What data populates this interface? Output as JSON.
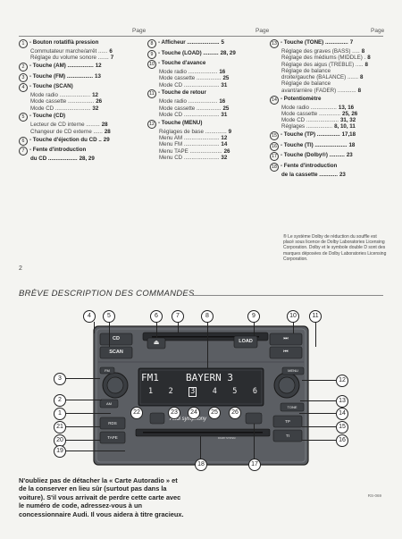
{
  "headers": {
    "page_label": "Page"
  },
  "columns": [
    [
      {
        "num": "1",
        "title": "- Bouton rotatif/à pression",
        "lines": [
          {
            "text": "Commutateur marche/arrêt ......",
            "page": "6"
          },
          {
            "text": "Réglage du volume sonore .......",
            "page": "7"
          }
        ]
      },
      {
        "num": "2",
        "title": "- Touche (AM) .................",
        "page": "12"
      },
      {
        "num": "3",
        "title": "- Touche (FM) .................",
        "page": "13"
      },
      {
        "num": "4",
        "title": "- Touche (SCAN)",
        "lines": [
          {
            "text": "Mode radio ....................",
            "page": "12"
          },
          {
            "text": "Mode cassette .................",
            "page": "26"
          },
          {
            "text": "Mode CD .......................",
            "page": "32"
          }
        ]
      },
      {
        "num": "5",
        "title": "- Touche (CD)",
        "lines": [
          {
            "text": "Lecteur de CD interne .........",
            "page": "28"
          },
          {
            "text": "Changeur de CD externe ......",
            "page": "28"
          }
        ]
      },
      {
        "num": "6",
        "title": "- Touche d'éjection du CD ..",
        "page": "29"
      },
      {
        "num": "7",
        "title": "- Fente d'introduction",
        "lines": [
          {
            "text": "du CD ...................",
            "page": "28, 29",
            "bold": true
          }
        ]
      }
    ],
    [
      {
        "num": "8",
        "title": "- Afficheur .....................",
        "page": "5"
      },
      {
        "num": "9",
        "title": "- Touche (LOAD) ..........",
        "page": "28, 29"
      },
      {
        "num": "10",
        "title": "- Touche d'avance",
        "lines": [
          {
            "text": "Mode radio ...................",
            "page": "16"
          },
          {
            "text": "Mode cassette ................",
            "page": "25"
          },
          {
            "text": "Mode CD .......................",
            "page": "31"
          }
        ]
      },
      {
        "num": "11",
        "title": "- Touche de retour",
        "lines": [
          {
            "text": "Mode radio ...................",
            "page": "16"
          },
          {
            "text": "Mode cassette ................",
            "page": "25"
          },
          {
            "text": "Mode CD .......................",
            "page": "31"
          }
        ]
      },
      {
        "num": "12",
        "title": "- Touche (MENU)",
        "lines": [
          {
            "text": "Réglages de base ..............",
            "page": "9"
          },
          {
            "text": "Menu AM .......................",
            "page": "12"
          },
          {
            "text": "Menu FM .......................",
            "page": "14"
          },
          {
            "text": "Menu TAPE .....................",
            "page": "26"
          },
          {
            "text": "Menu CD .......................",
            "page": "32"
          }
        ]
      }
    ],
    [
      {
        "num": "13",
        "title": "- Touche (TONE) ...............",
        "page": "7",
        "lines": [
          {
            "text": "Réglage des graves (BASS) .....",
            "page": "8"
          },
          {
            "text": "Réglage des médiums (MIDDLE) .",
            "page": "8"
          },
          {
            "text": "Réglage des aigus (TREBLE) .....",
            "page": "8"
          },
          {
            "text": "Réglage de balance"
          },
          {
            "text": "droite/gauche (BALANCE) .......",
            "page": "8"
          },
          {
            "text": "Réglage de balance"
          },
          {
            "text": "avant/arrière (FADER) ............",
            "page": "8"
          }
        ]
      },
      {
        "num": "14",
        "title": "- Potentiomètre",
        "lines": [
          {
            "text": "Mode radio .................",
            "page": "13, 16"
          },
          {
            "text": "Mode cassette ..............",
            "page": "25, 26"
          },
          {
            "text": "Mode CD .....................",
            "page": "31, 32"
          },
          {
            "text": "Réglages .................",
            "page": "8, 10, 11"
          }
        ]
      },
      {
        "num": "15",
        "title": "- Touche (TP) ...............",
        "page": "17,18"
      },
      {
        "num": "16",
        "title": "- Touche (TI) .....................",
        "page": "18"
      },
      {
        "num": "17",
        "title": "- Touche (Dolby®) ..........",
        "page": "23"
      },
      {
        "num": "18",
        "title": "- Fente d'introduction",
        "lines": [
          {
            "text": "de la cassette ............",
            "page": "23",
            "bold": true
          }
        ]
      }
    ]
  ],
  "dolby_note": "® Le système Dolby de réduction du souffle est placé sous licence de Dolby Laboratories Licensing Corporation. Dolby et le symbole double D sont des marques déposées de Dolby Laboratories Licensing Corporation.",
  "page_number": "2",
  "section_title": "BRÈVE DESCRIPTION DES COMMANDES",
  "radio": {
    "display_band": "FM1",
    "display_station": "BAYERN 3",
    "presets": [
      "1",
      "2",
      "3",
      "4",
      "5",
      "6"
    ],
    "brand_label": "Audi symphony",
    "buttons": {
      "cd": "CD",
      "scan": "SCAN",
      "fm": "FM",
      "am": "AM",
      "load": "LOAD",
      "next": "⏭",
      "prev": "⏮",
      "menu": "MENU",
      "tone": "TONE",
      "tp": "TP",
      "ti": "TI",
      "rds": "RDS",
      "tape": "TAPE",
      "dolby": "DOLBY SYSTEM",
      "eject": "⏏"
    }
  },
  "callouts": [
    "1",
    "2",
    "3",
    "4",
    "5",
    "6",
    "7",
    "8",
    "9",
    "10",
    "11",
    "12",
    "13",
    "14",
    "15",
    "16",
    "17",
    "18",
    "19",
    "20",
    "21",
    "22",
    "23",
    "24",
    "25",
    "26"
  ],
  "footer_text": "N'oubliez pas de détacher la « Carte Autoradio » et de la conserver en lieu sûr (surtout pas dans la voiture). S'il vous arrivait de perdre cette carte avec le numéro de code, adressez-vous à un concessionnaire Audi. Il vous aidera à titre gracieux.",
  "figure_ref": "RS-069"
}
